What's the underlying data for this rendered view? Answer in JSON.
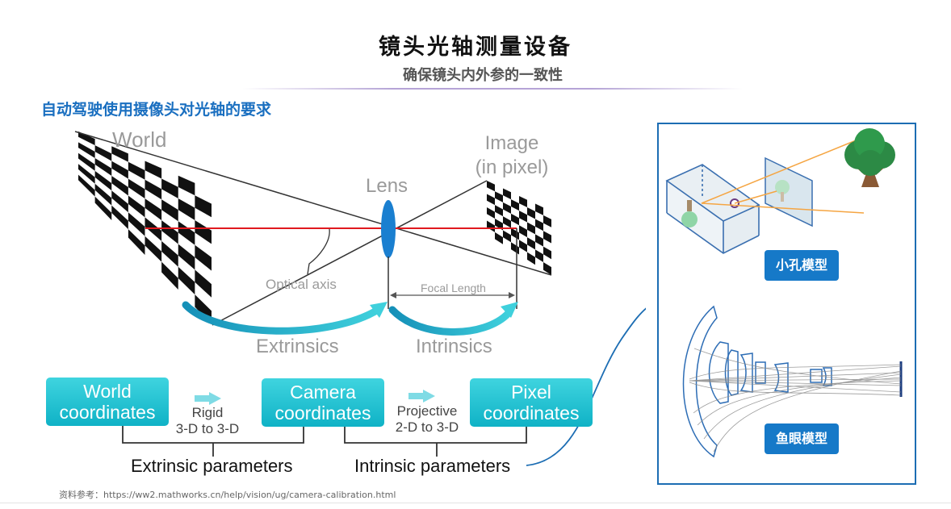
{
  "header": {
    "title": "镜头光轴测量设备",
    "subtitle": "确保镜头内外参的一致性"
  },
  "section_heading": "自动驾驶使用摄像头对光轴的要求",
  "diagram": {
    "world_label": "World",
    "image_label_line1": "Image",
    "image_label_line2": "(in pixel)",
    "lens_label": "Lens",
    "optical_axis_label": "Optical axis",
    "focal_length_label": "Focal Length",
    "extrinsics_label": "Extrinsics",
    "intrinsics_label": "Intrinsics",
    "colors": {
      "optical_axis": "#e0191f",
      "lens": "#1a7fd0",
      "arc_arrow": "#17b0c4",
      "lines": "#333333"
    }
  },
  "pipeline": {
    "world_box_line1": "World",
    "world_box_line2": "coordinates",
    "camera_box_line1": "Camera",
    "camera_box_line2": "coordinates",
    "pixel_box_line1": "Pixel",
    "pixel_box_line2": "coordinates",
    "rigid_line1": "Rigid",
    "rigid_line2": "3-D to 3-D",
    "projective_line1": "Projective",
    "projective_line2": "2-D to 3-D",
    "extrinsic_params": "Extrinsic parameters",
    "intrinsic_params": "Intrinsic parameters"
  },
  "right_panel": {
    "pinhole_badge": "小孔模型",
    "fisheye_badge": "鱼眼模型",
    "border_color": "#1c6db3",
    "badge_color": "#1679c8"
  },
  "footnote": "资料参考：https://ww2.mathworks.cn/help/vision/ug/camera-calibration.html"
}
